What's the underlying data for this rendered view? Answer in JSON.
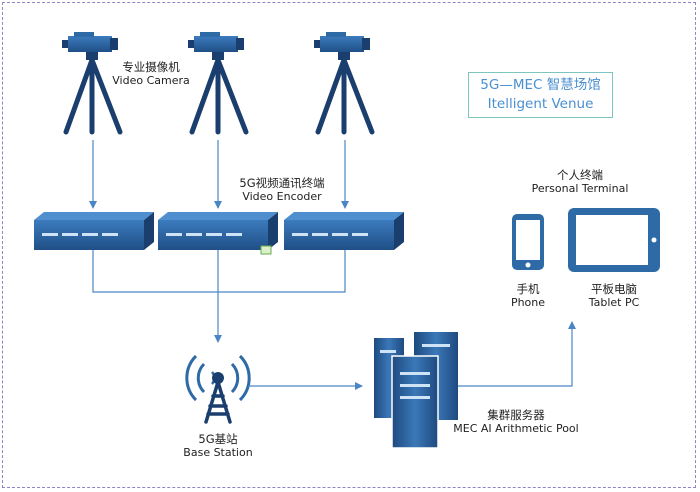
{
  "title": {
    "line1": "5G—MEC 智慧场馆",
    "line2": "Itelligent Venue"
  },
  "nodes": {
    "camera": {
      "cn": "专业摄像机",
      "en": "Video Camera",
      "icon": "video-camera-icon",
      "count": 3
    },
    "encoder": {
      "cn": "5G视频通讯终端",
      "en": "Video Encoder",
      "icon": "encoder-device-icon",
      "count": 3
    },
    "base_station": {
      "cn": "5G基站",
      "en": "Base Station",
      "icon": "base-station-icon"
    },
    "server": {
      "cn": "集群服务器",
      "en": "MEC AI Arithmetic Pool",
      "icon": "server-cluster-icon"
    },
    "personal_terminal": {
      "cn": "个人终端",
      "en": "Personal Terminal"
    },
    "phone": {
      "cn": "手机",
      "en": "Phone",
      "icon": "phone-icon"
    },
    "tablet": {
      "cn": "平板电脑",
      "en": "Tablet PC",
      "icon": "tablet-icon"
    }
  },
  "colors": {
    "device_dark": "#1a3f6e",
    "device_mid": "#2e6aa6",
    "device_light": "#4f8fcf",
    "line": "#4a86c6",
    "frame": "#8a86c8",
    "title": "#4a8fd0"
  }
}
